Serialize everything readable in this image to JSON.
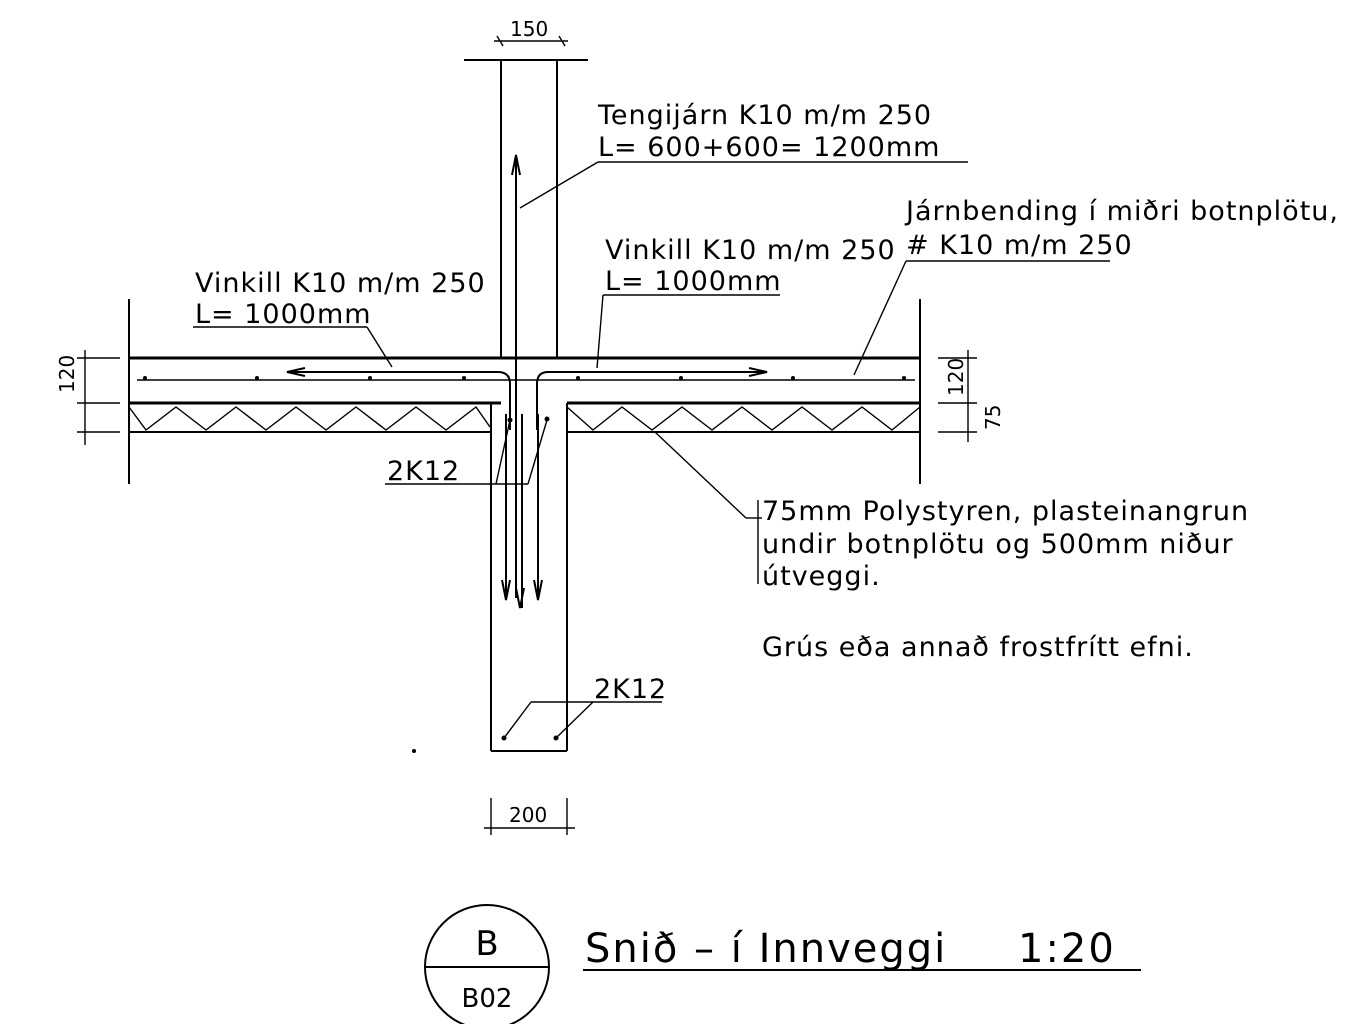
{
  "drawing": {
    "dims": {
      "top_width": "150",
      "bottom_width": "200",
      "left_slab": "120",
      "right_slab": "120",
      "right_insulation": "75"
    },
    "notes": {
      "tengijarn_line1": "Tengijárn K10 m/m 250",
      "tengijarn_line2": "L= 600+600= 1200mm",
      "jarnbending_line1": "Járnbending í miðri botnplötu,",
      "jarnbending_line2": "# K10 m/m 250",
      "vinkill_right_line1": "Vinkill K10 m/m 250",
      "vinkill_right_line2": "L= 1000mm",
      "vinkill_left_line1": "Vinkill K10 m/m 250",
      "vinkill_left_line2": "L= 1000mm",
      "rebar_upper": "2K12",
      "rebar_lower": "2K12",
      "insulation_line1": "75mm Polystyren, plasteinangrun",
      "insulation_line2": "undir botnplötu og 500mm niður",
      "insulation_line3": "útveggi.",
      "fill_note": "Grús eða annað frostfrítt efni."
    },
    "title_block": {
      "bubble_letter": "B",
      "bubble_sheet": "B02",
      "title": "Snið – í Innveggi",
      "scale": "1:20"
    }
  }
}
